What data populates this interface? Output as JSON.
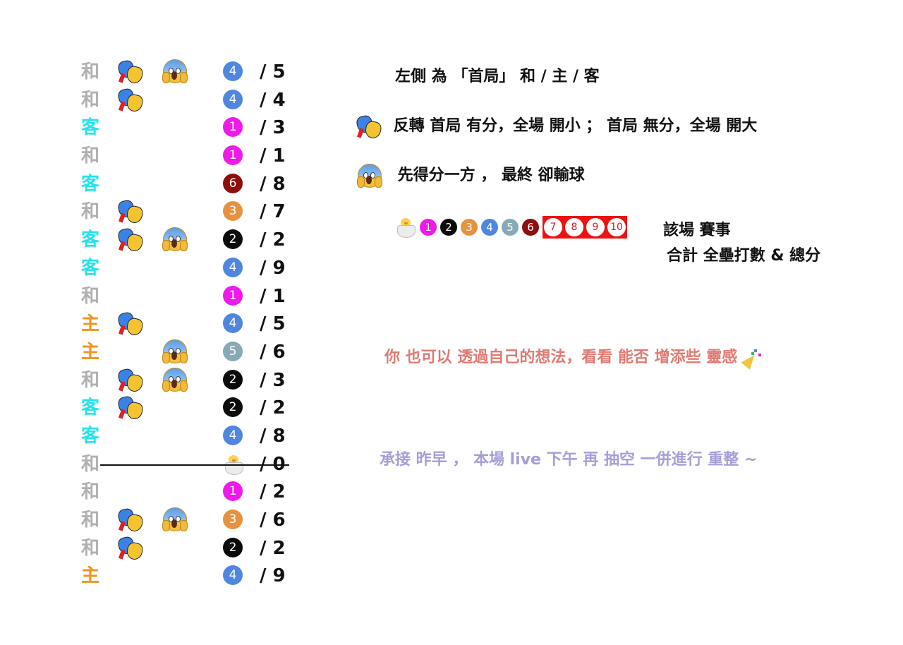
{
  "rows": [
    {
      "result": "和",
      "type": "draw",
      "mask": true,
      "scream": true,
      "ball": "4",
      "ball_style": "n4",
      "total": "/ 5"
    },
    {
      "result": "和",
      "type": "draw",
      "mask": true,
      "scream": false,
      "ball": "4",
      "ball_style": "n4",
      "total": "/ 4"
    },
    {
      "result": "客",
      "type": "away",
      "mask": false,
      "scream": false,
      "ball": "1",
      "ball_style": "n1",
      "total": "/ 3"
    },
    {
      "result": "和",
      "type": "draw",
      "mask": false,
      "scream": false,
      "ball": "1",
      "ball_style": "n1",
      "total": "/ 1"
    },
    {
      "result": "客",
      "type": "away",
      "mask": false,
      "scream": false,
      "ball": "6",
      "ball_style": "n6",
      "total": "/ 8"
    },
    {
      "result": "和",
      "type": "draw",
      "mask": true,
      "scream": false,
      "ball": "3",
      "ball_style": "n3",
      "total": "/ 7"
    },
    {
      "result": "客",
      "type": "away",
      "mask": true,
      "scream": true,
      "ball": "2",
      "ball_style": "n2",
      "total": "/ 2"
    },
    {
      "result": "客",
      "type": "away",
      "mask": false,
      "scream": false,
      "ball": "4",
      "ball_style": "n4",
      "total": "/ 9"
    },
    {
      "result": "和",
      "type": "draw",
      "mask": false,
      "scream": false,
      "ball": "1",
      "ball_style": "n1",
      "total": "/ 1"
    },
    {
      "result": "主",
      "type": "home",
      "mask": true,
      "scream": false,
      "ball": "4",
      "ball_style": "n4",
      "total": "/ 5"
    },
    {
      "result": "主",
      "type": "home",
      "mask": false,
      "scream": true,
      "ball": "5",
      "ball_style": "n5",
      "total": "/ 6"
    },
    {
      "result": "和",
      "type": "draw",
      "mask": true,
      "scream": true,
      "ball": "2",
      "ball_style": "n2",
      "total": "/ 3"
    },
    {
      "result": "客",
      "type": "away",
      "mask": true,
      "scream": false,
      "ball": "2",
      "ball_style": "n2",
      "total": "/ 2"
    },
    {
      "result": "客",
      "type": "away",
      "mask": false,
      "scream": false,
      "ball": "4",
      "ball_style": "n4",
      "total": "/ 8"
    },
    {
      "result": "和",
      "type": "draw",
      "mask": false,
      "scream": false,
      "ball": "",
      "ball_style": "chick",
      "total": "/ 0",
      "struck": true
    },
    {
      "result": "和",
      "type": "draw",
      "mask": false,
      "scream": false,
      "ball": "1",
      "ball_style": "n1",
      "total": "/ 2"
    },
    {
      "result": "和",
      "type": "draw",
      "mask": true,
      "scream": true,
      "ball": "3",
      "ball_style": "n3",
      "total": "/ 6"
    },
    {
      "result": "和",
      "type": "draw",
      "mask": true,
      "scream": false,
      "ball": "2",
      "ball_style": "n2",
      "total": "/ 2"
    },
    {
      "result": "主",
      "type": "home",
      "mask": false,
      "scream": false,
      "ball": "4",
      "ball_style": "n4",
      "total": "/ 9"
    }
  ],
  "notes": {
    "left_side": "左側  為 「首局」  和 / 主 / 客",
    "reversal": "反轉  首局 有分，全場 開小   ；  首局 無分，全場 開大",
    "first_score": "先得分一方 ，  最終 卻輸球",
    "legend_title": "該場 賽事",
    "legend_sub": "合計 全壘打數 & 總分",
    "inspiration": "你 也可以 透過自己的想法，看看 能否 增添些 靈感",
    "continue": "承接 昨早 ， 本場 live  下午  再 抽空 一併進行 重整 ~"
  },
  "legend_balls": [
    "1",
    "2",
    "3",
    "4",
    "5",
    "6"
  ],
  "legend_red_balls": [
    "7",
    "8",
    "9",
    "10"
  ],
  "icons": {
    "mask": "performing-arts-icon",
    "scream": "face-screaming-icon",
    "chick": "hatching-chick-icon",
    "party": "party-popper-icon"
  },
  "colors": {
    "draw": "#b0b0b0",
    "away": "#25e3ee",
    "home": "#f2921e",
    "inspiration": "#e07a72",
    "continue": "#a49fd8",
    "red_box": "#ee1111"
  }
}
